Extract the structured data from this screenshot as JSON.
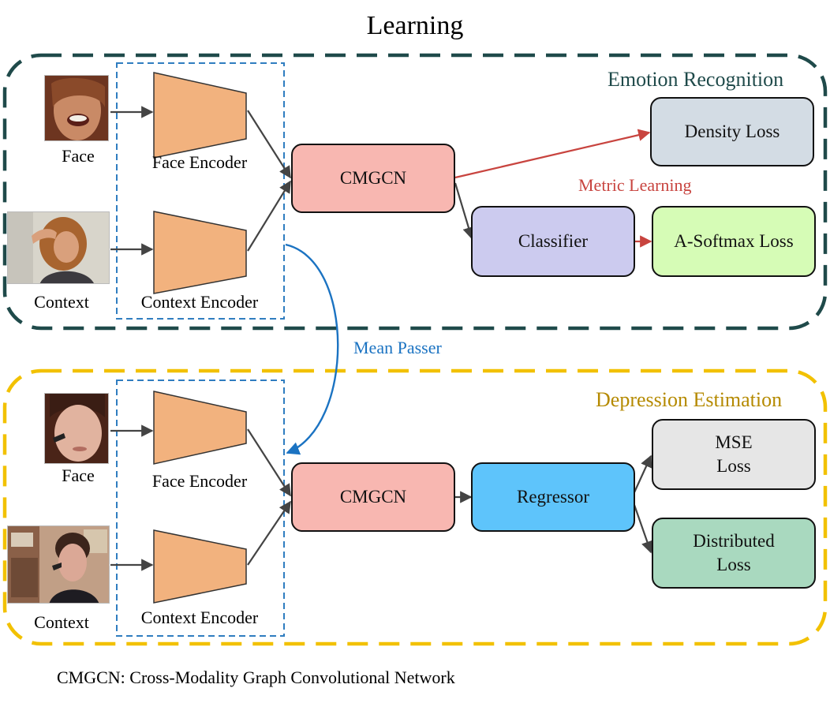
{
  "title": "Learning",
  "footer": "CMGCN: Cross-Modality Graph Convolutional Network",
  "colors": {
    "emotion_border": "#1f4a4a",
    "depression_border": "#f2c100",
    "encoder_group_border": "#2f7dc0",
    "encoder_fill": "#f2b27e",
    "cmgcn_fill": "#f8b7b1",
    "density_fill": "#d3dce4",
    "classifier_fill": "#cccbef",
    "asoftmax_fill": "#d6fcb6",
    "regressor_fill": "#5ec4fb",
    "mse_fill": "#e6e6e6",
    "distributed_fill": "#a9d9bf",
    "metric_arrow": "#c8443f",
    "passer_arrow": "#1b73c2"
  },
  "emotion": {
    "section_title": "Emotion Recognition",
    "face_label": "Face",
    "context_label": "Context",
    "face_encoder_label": "Face Encoder",
    "context_encoder_label": "Context Encoder",
    "cmgcn_label": "CMGCN",
    "density_loss_label": "Density Loss",
    "metric_learning_label": "Metric Learning",
    "classifier_label": "Classifier",
    "asoftmax_label": "A-Softmax Loss"
  },
  "mean_passer_label": "Mean Passer",
  "depression": {
    "section_title": "Depression Estimation",
    "face_label": "Face",
    "context_label": "Context",
    "face_encoder_label": "Face Encoder",
    "context_encoder_label": "Context Encoder",
    "cmgcn_label": "CMGCN",
    "regressor_label": "Regressor",
    "mse_line1": "MSE",
    "mse_line2": "Loss",
    "distributed_line1": "Distributed",
    "distributed_line2": "Loss"
  }
}
